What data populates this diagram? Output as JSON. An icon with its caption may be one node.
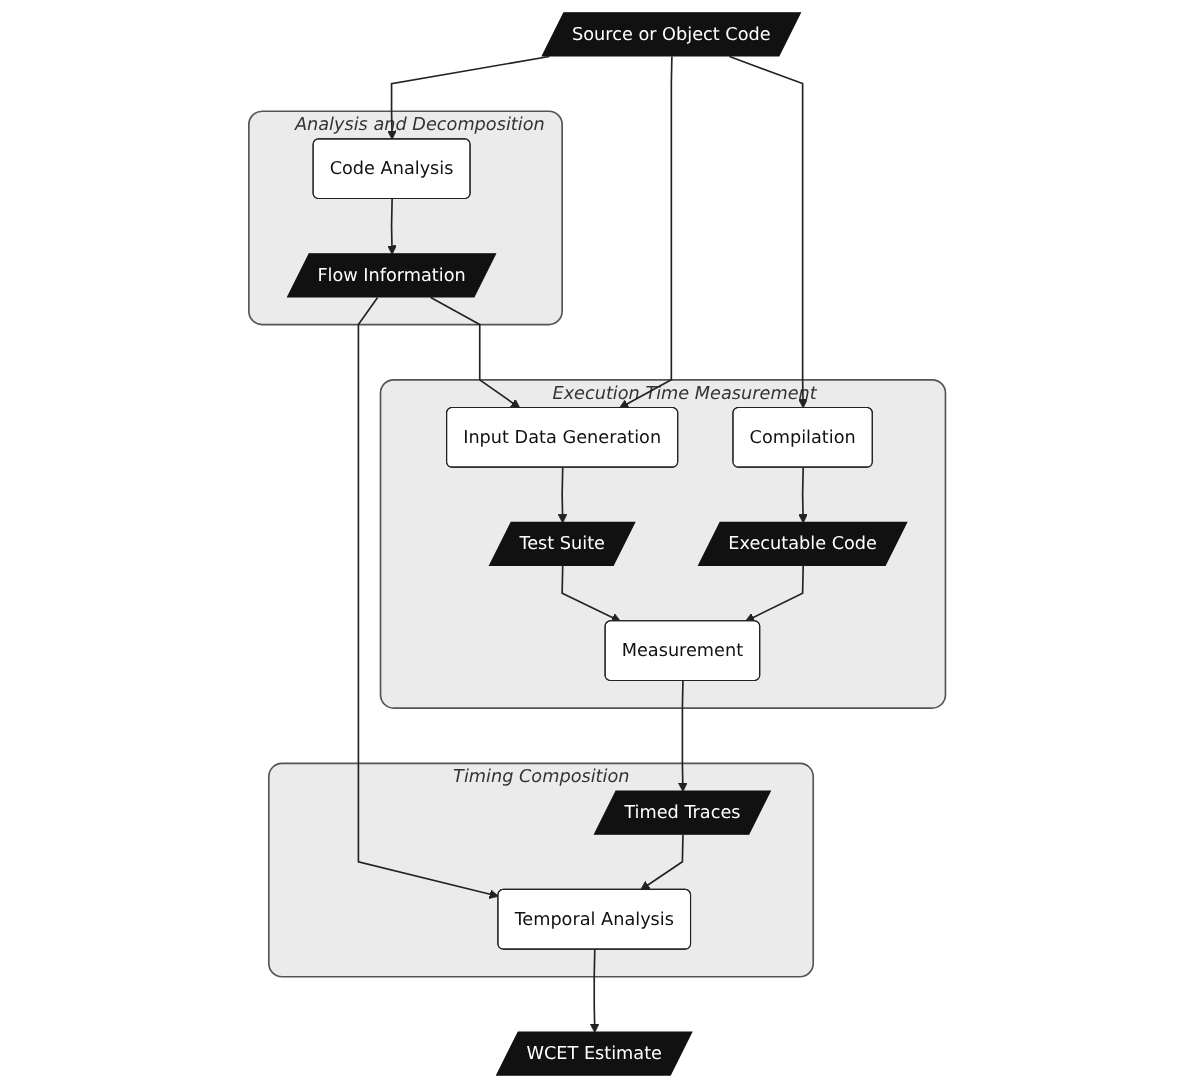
{
  "diagram": {
    "nodes": [
      {
        "text": [
          "Analysis and Decomposition"
        ]
      },
      {
        "text": [
          "Source or Object Code"
        ]
      },
      {
        "text": [
          "Code Analysis"
        ],
        "in": 0
      },
      {
        "text": [
          "Flow Information"
        ],
        "in": 0
      },
      {
        "text": [
          "Execution Time Measurement"
        ]
      },
      {
        "text": [
          "Input Data Generation"
        ],
        "in": 4
      },
      {
        "text": [
          "Compilation"
        ],
        "in": 4
      },
      {
        "text": [
          "Test Suite"
        ],
        "in": 4
      },
      {
        "text": [
          "Executable Code"
        ],
        "in": 4
      },
      {
        "text": [
          "Measurement"
        ],
        "in": 4
      },
      {
        "text": [
          "Timing Composition"
        ]
      },
      {
        "text": [
          "Timed Traces"
        ],
        "in": 10
      },
      {
        "text": [
          "Temporal Analysis"
        ],
        "in": 10
      },
      {
        "text": [
          "WCET Estimate"
        ]
      }
    ],
    "edges": [
      {
        "from": 1,
        "to": 2,
        "arrow": "to"
      },
      {
        "from": 2,
        "to": 3,
        "arrow": "to"
      },
      {
        "from": 3,
        "to": 5,
        "arrow": "to"
      },
      {
        "from": 1,
        "to": 5,
        "arrow": "to"
      },
      {
        "from": 1,
        "to": 6,
        "arrow": "to"
      },
      {
        "from": 5,
        "to": 7,
        "arrow": "to"
      },
      {
        "from": 6,
        "to": 8,
        "arrow": "to"
      },
      {
        "from": 7,
        "to": 9,
        "arrow": "to"
      },
      {
        "from": 8,
        "to": 9,
        "arrow": "to"
      },
      {
        "from": 9,
        "to": 11,
        "arrow": "to"
      },
      {
        "from": 3,
        "to": 12,
        "arrow": "to"
      },
      {
        "from": 11,
        "to": 12,
        "arrow": "to"
      },
      {
        "from": 12,
        "to": 13,
        "arrow": "to"
      }
    ]
  }
}
